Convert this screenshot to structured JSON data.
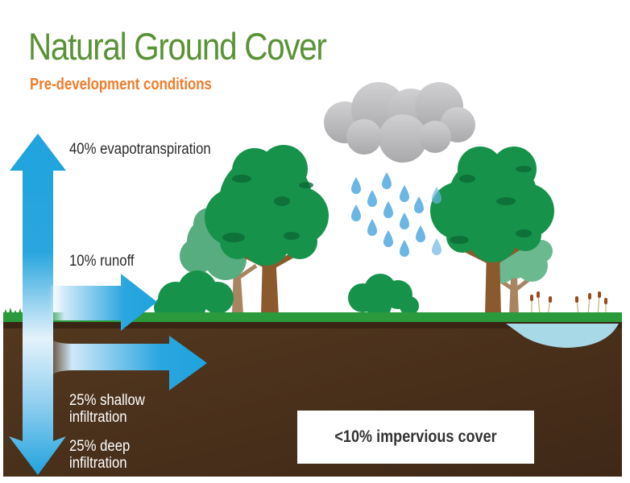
{
  "header": {
    "title": "Natural Ground Cover",
    "subtitle": "Pre-development conditions"
  },
  "flows": [
    {
      "id": "evapotranspiration",
      "percent": 40,
      "label": "40% evapotranspiration",
      "direction": "up"
    },
    {
      "id": "runoff",
      "percent": 10,
      "label": "10% runoff",
      "direction": "right-surface"
    },
    {
      "id": "shallow_infiltration",
      "percent": 25,
      "label_line1": "25% shallow",
      "label_line2": "infiltration",
      "direction": "right-subsurface"
    },
    {
      "id": "deep_infiltration",
      "percent": 25,
      "label_line1": "25% deep",
      "label_line2": "infiltration",
      "direction": "down"
    }
  ],
  "impervious_cover": {
    "label": "<10% impervious cover"
  },
  "colors": {
    "title_green": "#5a9236",
    "subtitle_orange": "#ee7c2a",
    "arrow_blue": "#1fa3de",
    "arrow_light": "#e6f3fb",
    "soil": "#4a321d",
    "soil_top": "#3a2414",
    "grass": "#2a9a3c",
    "tree_canopy": "#14914a",
    "tree_canopy_back": "#4fb07a",
    "trunk": "#8a5a2c",
    "cloud": "#b9b9bb",
    "rain": "#6bb6e2",
    "pond": "#a8d9e6"
  },
  "scene_elements": [
    "cloud",
    "raindrops",
    "trees",
    "shrubs",
    "grass",
    "pond",
    "cattails",
    "soil"
  ]
}
